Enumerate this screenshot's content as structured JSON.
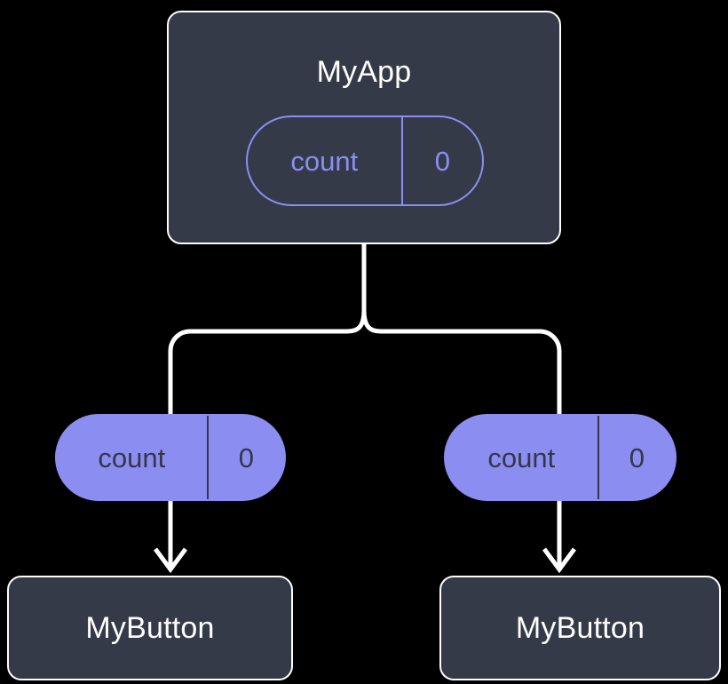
{
  "diagram": {
    "type": "widget-state-tree",
    "background_color": "#000000",
    "colors": {
      "node_fill": "#343a48",
      "node_border": "#fdfdfd",
      "accent": "#8b8ef0",
      "wire": "#ffffff",
      "node_label": "#ffffff",
      "pill_filled_text": "#33374a"
    },
    "root": {
      "title": "MyApp",
      "state": {
        "key": "count",
        "value": "0"
      }
    },
    "branches": [
      {
        "state": {
          "key": "count",
          "value": "0"
        },
        "child": {
          "title": "MyButton"
        }
      },
      {
        "state": {
          "key": "count",
          "value": "0"
        },
        "child": {
          "title": "MyButton"
        }
      }
    ]
  }
}
